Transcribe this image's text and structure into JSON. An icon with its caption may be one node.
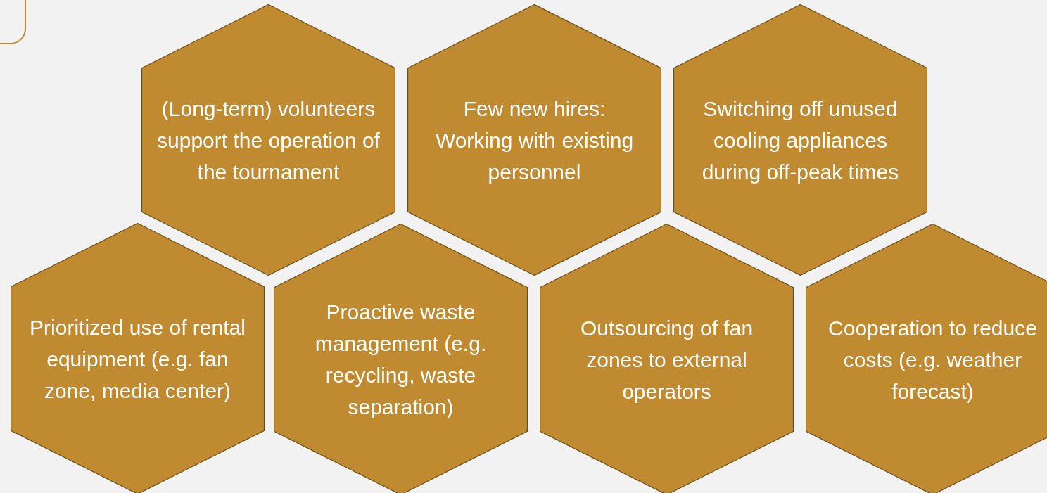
{
  "diagram": {
    "nodes": [
      {
        "text": [
          "(Long-term) volunteers support the operation of the tournament"
        ]
      },
      {
        "text": [
          "Few new hires: Working with existing personnel"
        ]
      },
      {
        "text": [
          "Switching off unused cooling appliances during off-peak times"
        ]
      },
      {
        "text": [
          "Prioritized use of rental equipment (e.g. fan zone, media center)"
        ]
      },
      {
        "text": [
          "Proactive waste management (e.g. recycling, waste separation)"
        ]
      },
      {
        "text": [
          "Outsourcing of fan zones to external operators"
        ]
      },
      {
        "text": [
          "Cooperation to reduce costs (e.g. weather forecast)"
        ]
      }
    ]
  }
}
